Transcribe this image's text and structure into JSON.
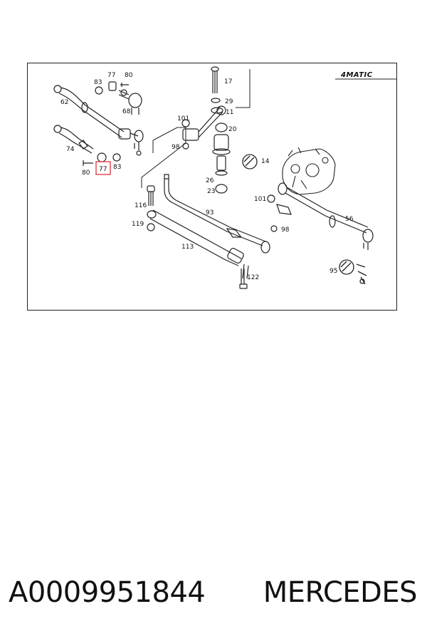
{
  "diagram": {
    "badge": "4MATIC",
    "highlighted_label": "77",
    "colors": {
      "highlight": "#e0424a",
      "ink": "#222222"
    },
    "labels": [
      "62",
      "83",
      "77",
      "80",
      "68",
      "74",
      "80",
      "83",
      "17",
      "29",
      "11",
      "101",
      "20",
      "98",
      "14",
      "26",
      "23",
      "101",
      "56",
      "98",
      "116",
      "93",
      "119",
      "113",
      "95",
      "122"
    ]
  },
  "caption": {
    "part_number": "A0009951844",
    "brand": "MERCEDES"
  }
}
